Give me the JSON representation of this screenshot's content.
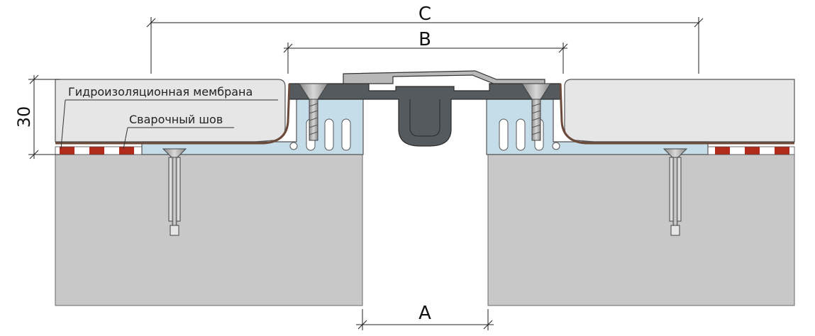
{
  "dimensions": {
    "A": "A",
    "B": "B",
    "C": "C",
    "height": "30"
  },
  "callouts": {
    "membrane": "Гидроизоляционная мембрана",
    "weld": "Сварочный шов"
  },
  "colors": {
    "concrete": "#c8c8c8",
    "screed": "#e6e6e6",
    "aluminum_base": "#c5dde8",
    "rubber_insert": "#555a5e",
    "membrane_stripe_red": "#b22a1a",
    "outline": "#4a4a4a"
  }
}
